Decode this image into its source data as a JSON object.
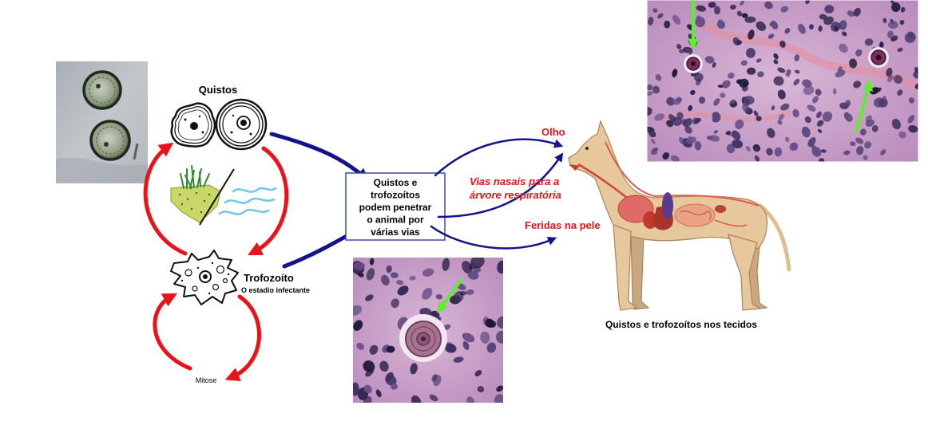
{
  "cycle": {
    "cysts_label": "Quistos",
    "trophozoite_label": "Trofozoíto",
    "trophozoite_sublabel": "O estadio infectante",
    "mitosis_label": "Mitose"
  },
  "entry_box": {
    "lines": [
      "Quistos e",
      "trofozoítos",
      "podem penetrar",
      "o animal por",
      "várias vias"
    ]
  },
  "routes": {
    "eye": "Olho",
    "nasal_line1": "Vias nasais para a",
    "nasal_line2": "árvore respiratória",
    "skin": "Feridas na pele"
  },
  "tissues_caption": "Quistos e trofozoítos nos tecidos",
  "colors": {
    "cycle_arrow": "#e8141b",
    "route_arrow": "#14148a",
    "route_text": "#e8141b",
    "pointer": "#5cef2a",
    "box_border": "#3b4aa8"
  },
  "icons": [
    "cyst-micrograph",
    "cyst-drawing",
    "soil-water-icon",
    "trophozoite-drawing",
    "histology-image",
    "dog-anatomy-illustration"
  ]
}
